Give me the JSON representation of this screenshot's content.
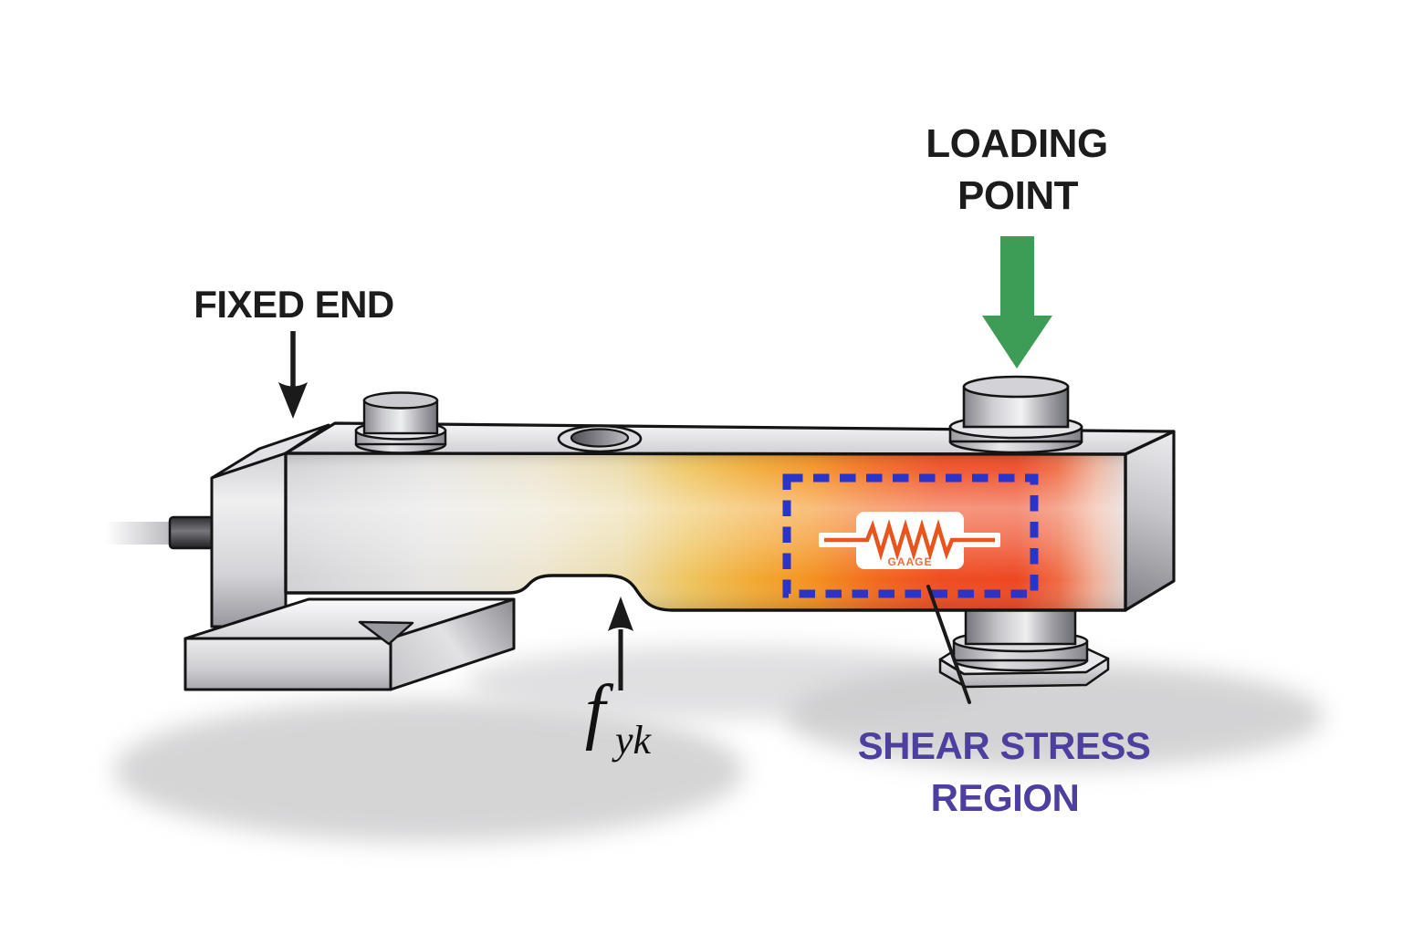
{
  "labels": {
    "fixed_end": "FIXED END",
    "loading_line1": "LOADING",
    "loading_line2": "POINT",
    "shear_line1": "SHEAR STRESS",
    "shear_line2": "REGION",
    "force_symbol": "f",
    "force_subscript": "yk",
    "gauge_text": "GAAGE"
  },
  "colors": {
    "label_black": "#1c1c1c",
    "shear_purple": "#4c3fa0",
    "arrow_green": "#3d9c56",
    "dash_blue": "#2b34c8",
    "gauge_orange": "#e8541c",
    "pointer_black": "#1a1a1a",
    "outline": "#141414"
  }
}
